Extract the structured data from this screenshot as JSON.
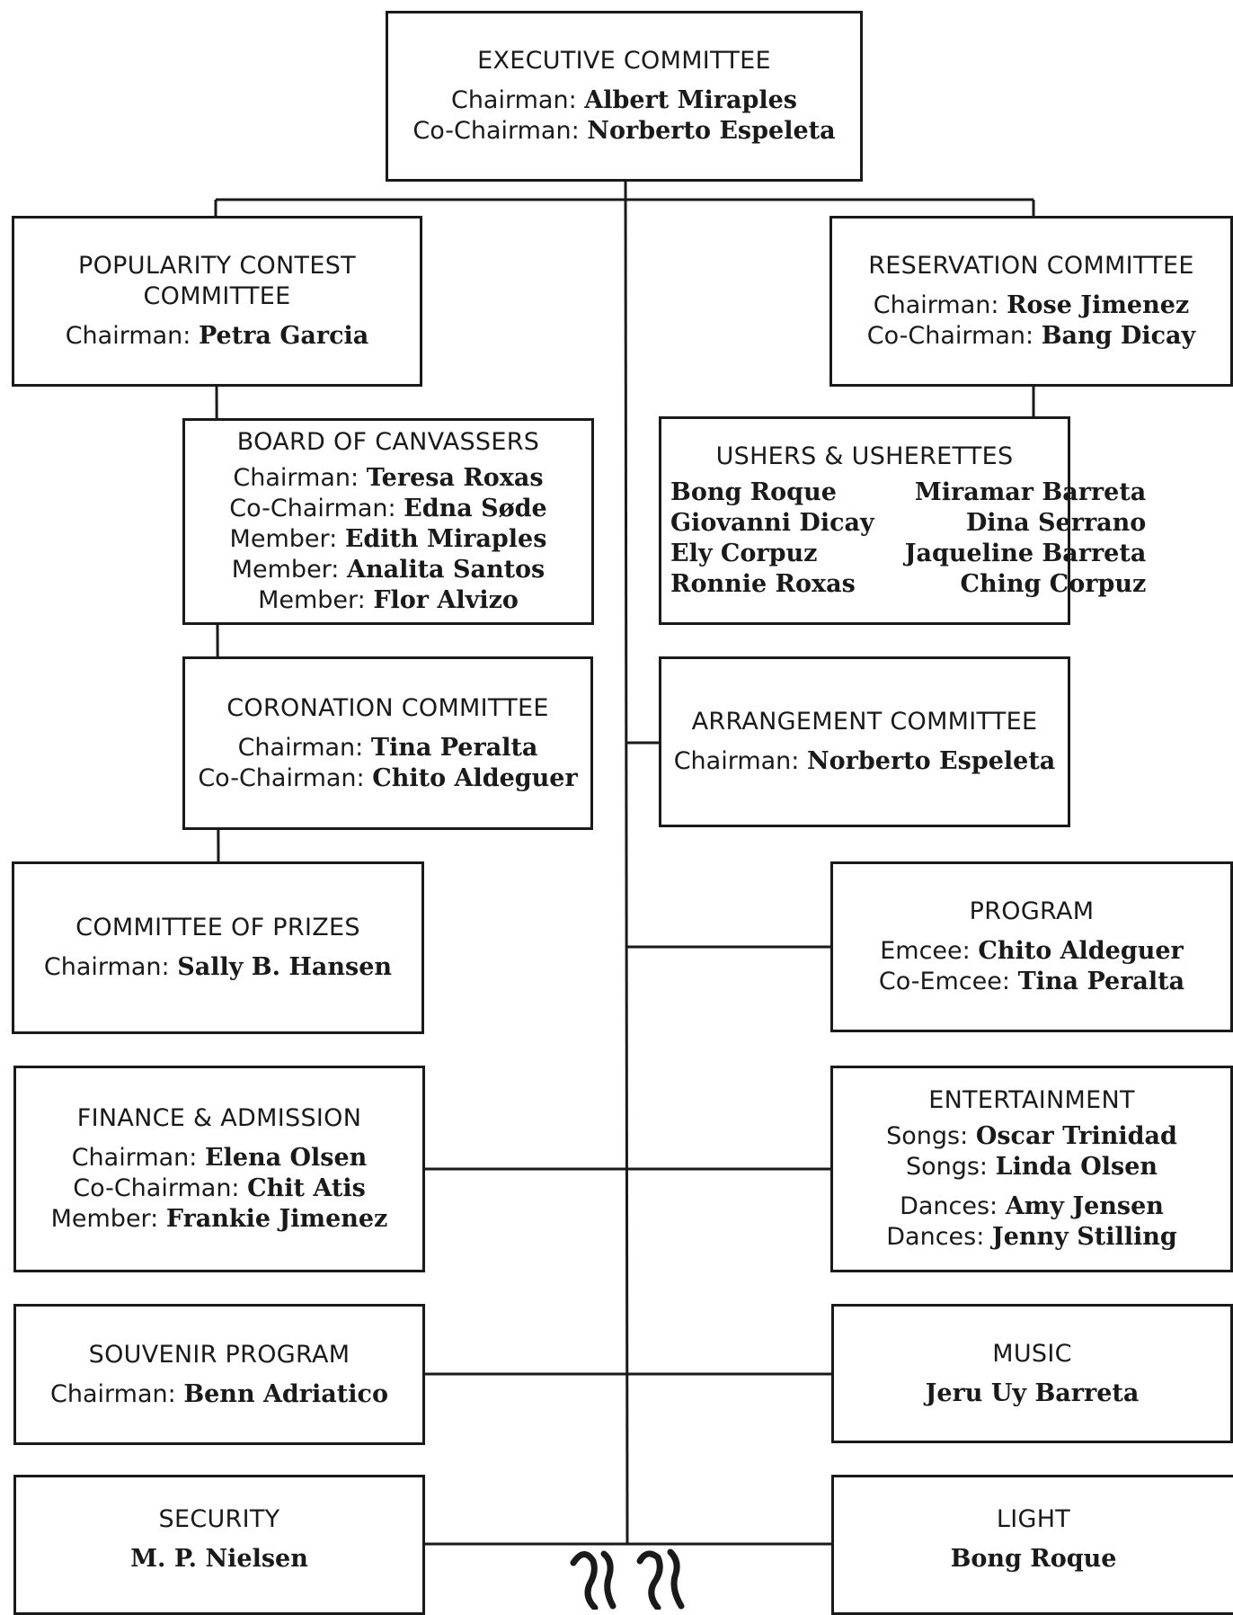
{
  "org_chart": {
    "executive": {
      "title": "EXECUTIVE COMMITTEE",
      "rows": [
        {
          "label": "Chairman:",
          "name": "Albert Miraples"
        },
        {
          "label": "Co-Chairman:",
          "name": "Norberto Espeleta"
        }
      ]
    },
    "popularity": {
      "title": "POPULARITY CONTEST",
      "title2": "COMMITTEE",
      "rows": [
        {
          "label": "Chairman:",
          "name": "Petra Garcia"
        }
      ]
    },
    "reservation": {
      "title": "RESERVATION COMMITTEE",
      "rows": [
        {
          "label": "Chairman:",
          "name": "Rose Jimenez"
        },
        {
          "label": "Co-Chairman:",
          "name": "Bang Dicay"
        }
      ]
    },
    "canvassers": {
      "title": "BOARD OF CANVASSERS",
      "rows": [
        {
          "label": "Chairman:",
          "name": "Teresa Roxas"
        },
        {
          "label": "Co-Chairman:",
          "name": "Edna Søde"
        },
        {
          "label": "Member:",
          "name": "Edith Miraples"
        },
        {
          "label": "Member:",
          "name": "Analita Santos"
        },
        {
          "label": "Member:",
          "name": "Flor Alvizo"
        }
      ]
    },
    "ushers": {
      "title": "USHERS & USHERETTES",
      "names": [
        [
          "Bong Roque",
          "Miramar Barreta"
        ],
        [
          "Giovanni Dicay",
          "Dina Serrano"
        ],
        [
          "Ely Corpuz",
          "Jaqueline Barreta"
        ],
        [
          "Ronnie Roxas",
          "Ching Corpuz"
        ]
      ]
    },
    "coronation": {
      "title": "CORONATION COMMITTEE",
      "rows": [
        {
          "label": "Chairman:",
          "name": "Tina Peralta"
        },
        {
          "label": "Co-Chairman:",
          "name": "Chito Aldeguer"
        }
      ]
    },
    "arrangement": {
      "title": "ARRANGEMENT COMMITTEE",
      "rows": [
        {
          "label": "Chairman:",
          "name": "Norberto Espeleta"
        }
      ]
    },
    "prizes": {
      "title": "COMMITTEE OF PRIZES",
      "rows": [
        {
          "label": "Chairman:",
          "name": "Sally B. Hansen"
        }
      ]
    },
    "program": {
      "title": "PROGRAM",
      "rows": [
        {
          "label": "Emcee:",
          "name": "Chito Aldeguer"
        },
        {
          "label": "Co-Emcee:",
          "name": "Tina Peralta"
        }
      ]
    },
    "finance": {
      "title": "FINANCE & ADMISSION",
      "rows": [
        {
          "label": "Chairman:",
          "name": "Elena Olsen"
        },
        {
          "label": "Co-Chairman:",
          "name": "Chit Atis"
        },
        {
          "label": "Member:",
          "name": "Frankie Jimenez"
        }
      ]
    },
    "entertainment": {
      "title": "ENTERTAINMENT",
      "rows": [
        {
          "label": "Songs:",
          "name": "Oscar Trinidad"
        },
        {
          "label": "Songs:",
          "name": "Linda Olsen"
        },
        {
          "label": "Dances:",
          "name": "Amy Jensen"
        },
        {
          "label": "Dances:",
          "name": "Jenny Stilling"
        }
      ]
    },
    "souvenir": {
      "title": "SOUVENIR PROGRAM",
      "rows": [
        {
          "label": "Chairman:",
          "name": "Benn Adriatico"
        }
      ]
    },
    "music": {
      "title": "MUSIC",
      "rows": [
        {
          "label": "",
          "name": "Jeru Uy Barreta"
        }
      ]
    },
    "security": {
      "title": "SECURITY",
      "rows": [
        {
          "label": "",
          "name": "M. P. Nielsen"
        }
      ]
    },
    "light": {
      "title": "LIGHT",
      "rows": [
        {
          "label": "",
          "name": "Bong Roque"
        }
      ]
    }
  },
  "colors": {
    "line": "#1a1a1a",
    "text": "#1a1a1a",
    "background": "#ffffff"
  },
  "decoration_icon": "floral-ornament-icon"
}
